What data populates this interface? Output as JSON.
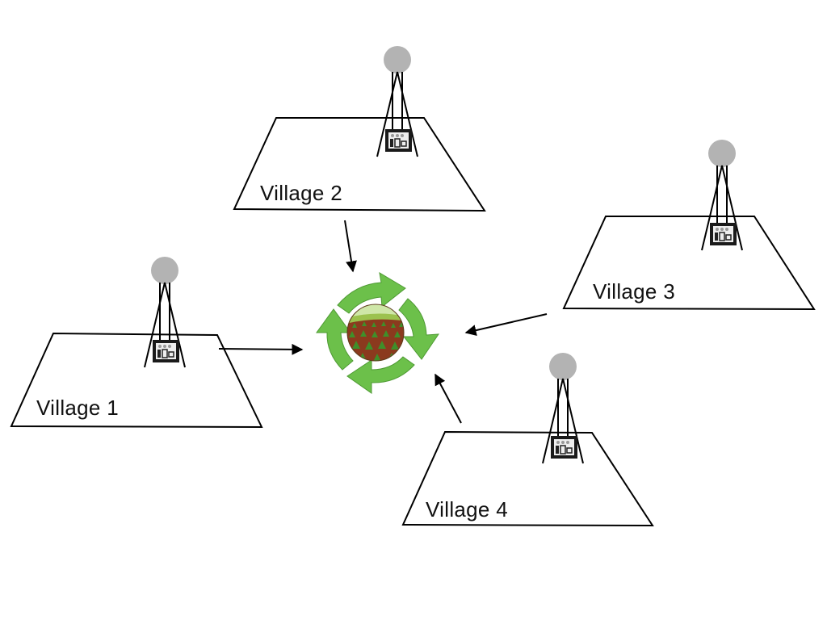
{
  "villages": [
    {
      "label": "Village 1",
      "icons": [
        "antenna-tower-icon",
        "controller-box-icon"
      ]
    },
    {
      "label": "Village 2",
      "icons": [
        "antenna-tower-icon",
        "controller-box-icon"
      ]
    },
    {
      "label": "Village 3",
      "icons": [
        "antenna-tower-icon",
        "controller-box-icon"
      ]
    },
    {
      "label": "Village 4",
      "icons": [
        "antenna-tower-icon",
        "controller-box-icon"
      ]
    }
  ],
  "hub": {
    "icon": "recycle-arrows-crop-field-icon"
  },
  "colors": {
    "line": "#000000",
    "antenna": "#b3b3b3",
    "recycle": "#6cc04a",
    "field_sky": "#cfe7a8",
    "field_soil": "#8b3a1e",
    "field_crop": "#3f8f2a"
  }
}
